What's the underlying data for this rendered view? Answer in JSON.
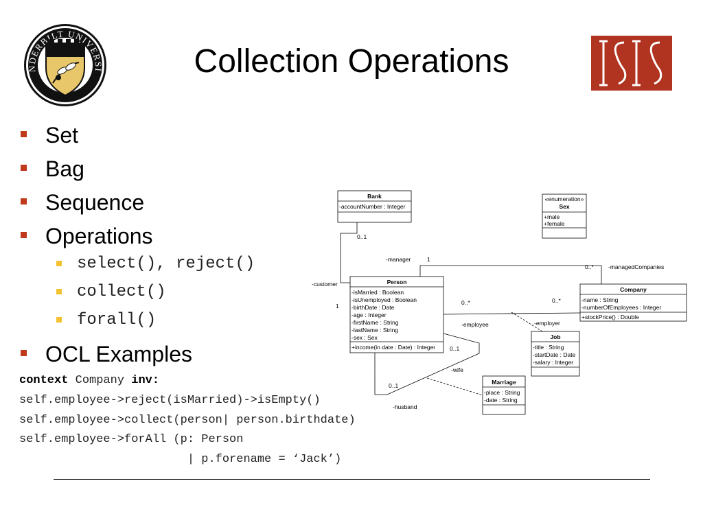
{
  "slide": {
    "title": "Collection Operations",
    "logos": {
      "left_ring_text": "VANDERBILT UNIVERSITY",
      "right_mark": "ISIS"
    },
    "bullets": [
      {
        "label": "Set",
        "level": 1
      },
      {
        "label": "Bag",
        "level": 1
      },
      {
        "label": "Sequence",
        "level": 1
      },
      {
        "label": "Operations",
        "level": 1
      },
      {
        "label": "select(), reject()",
        "level": 2
      },
      {
        "label": "collect()",
        "level": 2
      },
      {
        "label": "forall()",
        "level": 2
      },
      {
        "label": "OCL Examples",
        "level": 1
      }
    ],
    "code": {
      "keyword_context": "context",
      "class_name": " Company ",
      "keyword_inv": "inv:",
      "lines": [
        "self.employee->reject(isMarried)->isEmpty()",
        "self.employee->collect(person| person.birthdate)",
        "self.employee->forAll (p: Person",
        "                        | p.forename = ‘Jack’)"
      ]
    }
  },
  "uml": {
    "classes": {
      "bank": {
        "name": "Bank",
        "attributes": [
          "-accountNumber : Integer"
        ]
      },
      "sex": {
        "stereotype": "«enumeration»",
        "name": "Sex",
        "attributes": [
          "+male",
          "+female"
        ]
      },
      "person": {
        "name": "Person",
        "attributes": [
          "-isMarried : Boolean",
          "-isUnemployed : Boolean",
          "-birthDate : Date",
          "-age : Integer",
          "-firstName : String",
          "-lastName : String",
          "-sex : Sex"
        ],
        "operations": [
          "+income(in date : Date) : Integer"
        ]
      },
      "company": {
        "name": "Company",
        "attributes": [
          "-name : String",
          "-numberOfEmployees : Integer"
        ],
        "operations": [
          "+stockPrice() : Double"
        ]
      },
      "job": {
        "name": "Job",
        "attributes": [
          "-title : String",
          "-startDate : Date",
          "-salary : Integer"
        ]
      },
      "marriage": {
        "name": "Marriage",
        "attributes": [
          "-place : String",
          "-date : String"
        ]
      }
    },
    "labels": {
      "bank_mult": "0..1",
      "customer": "-customer",
      "customer_mult": "1",
      "manager": "-manager",
      "manager_mult": "1",
      "managed_mult": "0..*",
      "managed_companies": "-managedCompanies",
      "emp_mult_person": "0..*",
      "emp_mult_company": "0..*",
      "employee": "-employee",
      "employer": "-employer",
      "wife_mult": "0..1",
      "wife": "-wife",
      "husband_mult": "0..1",
      "husband": "-husband"
    }
  }
}
